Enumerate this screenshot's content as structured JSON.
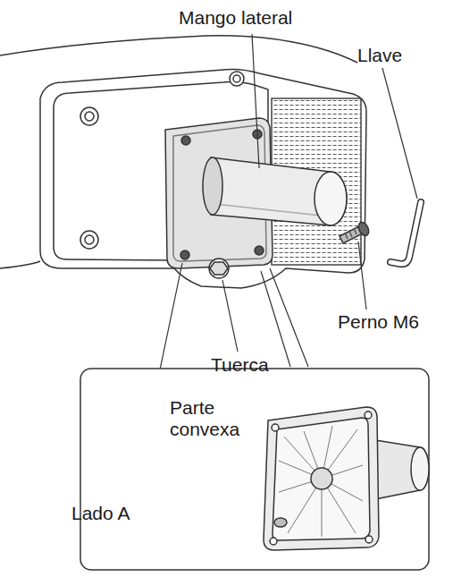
{
  "diagram": {
    "labels": [
      "Mango lateral",
      "Llave",
      "Perno M6",
      "Tuerca",
      "Parte convexa",
      "Lado A"
    ]
  }
}
